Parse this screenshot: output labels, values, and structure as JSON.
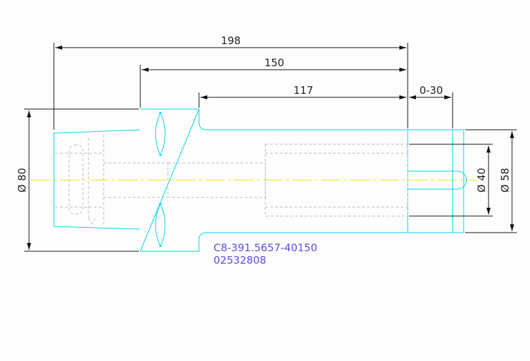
{
  "drawing": {
    "dimensions": {
      "len_198": "198",
      "len_150": "150",
      "len_117": "117",
      "len_0_30": "0-30",
      "dia_80": "Ø 80",
      "dia_40": "Ø 40",
      "dia_58": "Ø 58"
    },
    "part_number": "C8-391.5657-40150",
    "part_code": "02532808",
    "colors": {
      "outline": "#00d4e8",
      "dimension": "#111111",
      "hidden": "#b9b9b9",
      "centerline": "#e6e600",
      "text": "#5b4fe0"
    }
  }
}
